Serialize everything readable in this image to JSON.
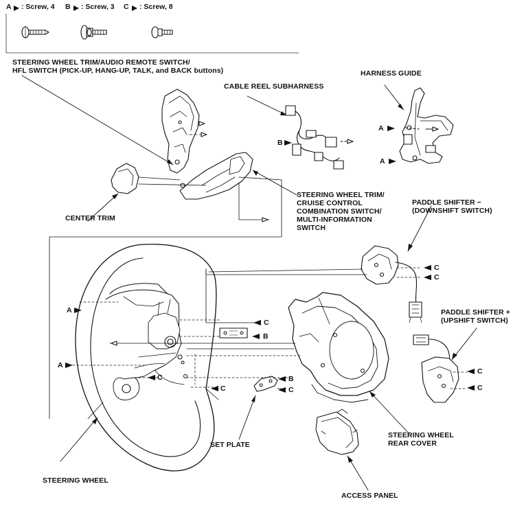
{
  "legend": [
    {
      "letter": "A",
      "text": ": Screw, 4"
    },
    {
      "letter": "B",
      "text": ": Screw, 3"
    },
    {
      "letter": "C",
      "text": ": Screw, 8"
    }
  ],
  "labels": {
    "audio_switch_1": "STEERING WHEEL TRIM/AUDIO REMOTE SWITCH/",
    "audio_switch_2": "HFL SWITCH (PICK-UP, HANG-UP, TALK, and BACK buttons)",
    "cable_reel": "CABLE REEL SUBHARNESS",
    "harness_guide": "HARNESS GUIDE",
    "center_trim": "CENTER TRIM",
    "cruise_1": "STEERING WHEEL TRIM/",
    "cruise_2": "CRUISE CONTROL",
    "cruise_3": "COMBINATION SWITCH/",
    "cruise_4": "MULTI-INFORMATION",
    "cruise_5": "SWITCH",
    "paddle_minus_1": "PADDLE SHIFTER −",
    "paddle_minus_2": "(DOWNSHIFT SWITCH)",
    "paddle_plus_1": "PADDLE SHIFTER +",
    "paddle_plus_2": "(UPSHIFT SWITCH)",
    "set_plate": "SET PLATE",
    "rear_cover_1": "STEERING WHEEL",
    "rear_cover_2": "REAR COVER",
    "steering_wheel": "STEERING WHEEL",
    "access_panel": "ACCESS PANEL"
  },
  "screw_marks": {
    "a": "A",
    "b": "B",
    "c": "C"
  },
  "colors": {
    "ink": "#111111",
    "paper": "#ffffff"
  }
}
